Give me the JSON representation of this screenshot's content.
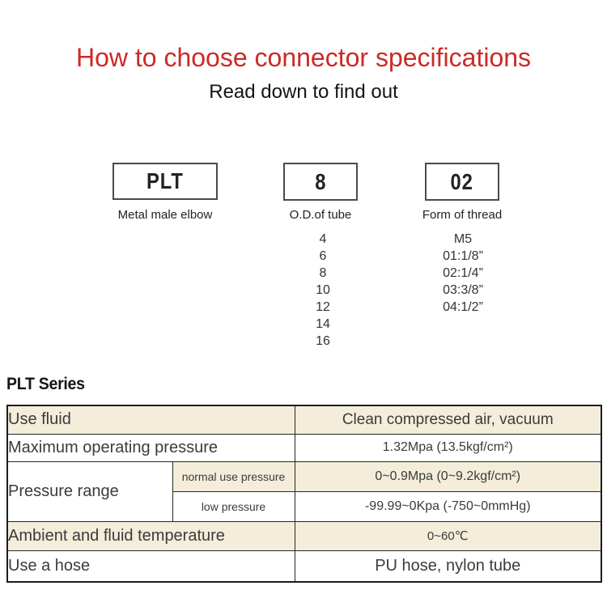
{
  "header": {
    "title": "How to choose connector specifications",
    "subtitle": "Read down to find out"
  },
  "selector": {
    "boxes": [
      {
        "code": "PLT",
        "label": "Metal male elbow"
      },
      {
        "code": "8",
        "label": "O.D.of tube"
      },
      {
        "code": "02",
        "label": "Form of thread"
      }
    ],
    "tube_options": [
      "4",
      "6",
      "8",
      "10",
      "12",
      "14",
      "16"
    ],
    "thread_options": [
      "M5",
      "01:1/8”",
      "02:1/4”",
      "03:3/8”",
      "04:1/2”"
    ]
  },
  "series": {
    "heading": "PLT Series",
    "rows": [
      {
        "label": "Use fluid",
        "value": "Clean compressed air, vacuum"
      },
      {
        "label": "Maximum operating pressure",
        "value": "1.32Mpa (13.5kgf/cm²)"
      },
      {
        "label": "Pressure range",
        "subrows": [
          {
            "label": "normal use pressure",
            "value": "0~0.9Mpa (0~9.2kgf/cm²)"
          },
          {
            "label": "low pressure",
            "value": "-99.99~0Kpa (-750~0mmHg)"
          }
        ]
      },
      {
        "label": "Ambient and fluid temperature",
        "value": "0~60℃"
      },
      {
        "label": "Use a hose",
        "value": "PU hose, nylon tube"
      }
    ]
  },
  "colors": {
    "title_red": "#cc2a26",
    "accent_row_bg": "#f4edda",
    "table_border": "#1c1c1c",
    "text": "#3b3b3b"
  }
}
